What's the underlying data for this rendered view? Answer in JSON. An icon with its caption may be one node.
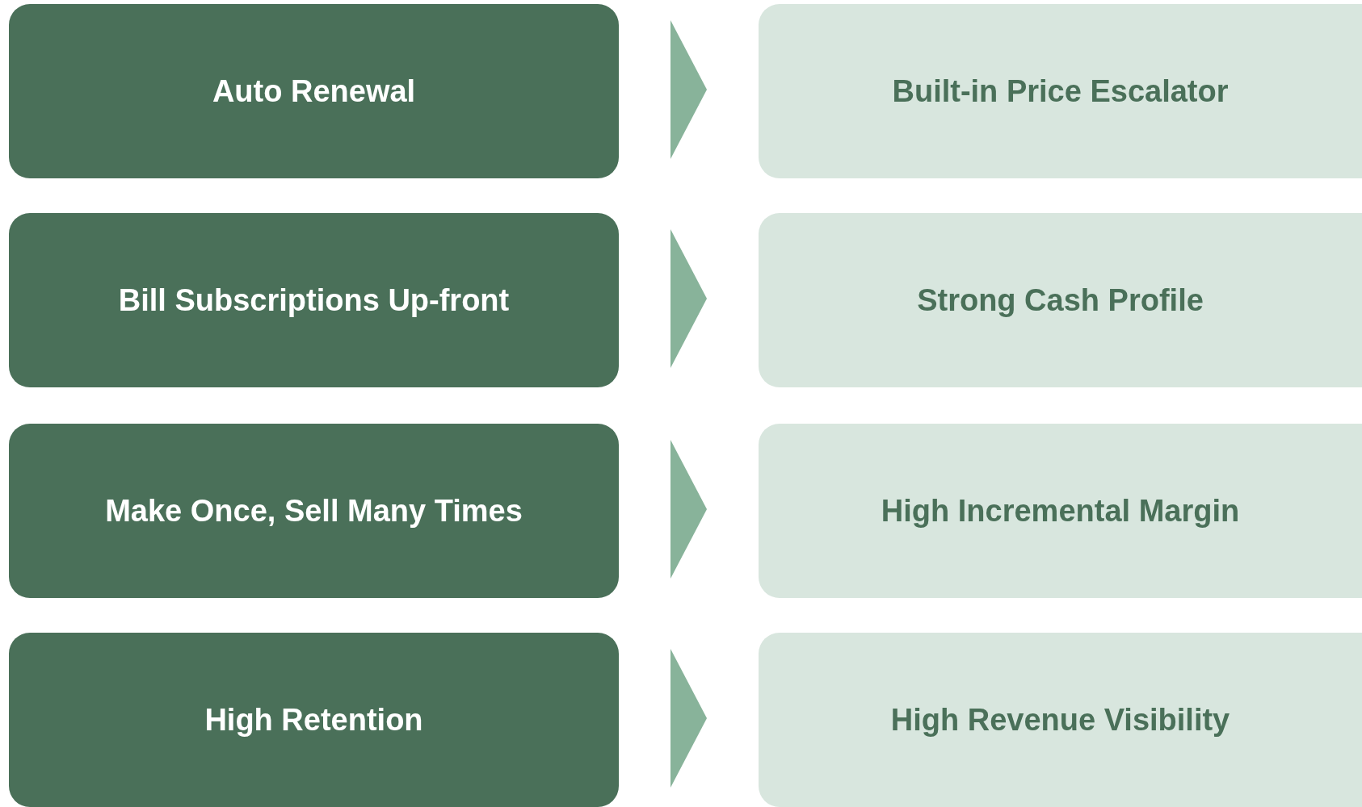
{
  "diagram": {
    "nodes": [
      {
        "text": [
          "Auto Renewal"
        ]
      },
      {
        "text": [
          "Built-in Price Escalator"
        ]
      },
      {
        "text": [
          "Bill Subscriptions Up-front"
        ]
      },
      {
        "text": [
          "Strong Cash Profile"
        ]
      },
      {
        "text": [
          "Make Once, Sell Many Times"
        ]
      },
      {
        "text": [
          "High Incremental Margin"
        ]
      },
      {
        "text": [
          "High Retention"
        ]
      },
      {
        "text": [
          "High Revenue Visibility"
        ]
      }
    ],
    "edges": [
      {
        "from": 0,
        "to": 1,
        "arrow": "to"
      },
      {
        "from": 2,
        "to": 3,
        "arrow": "to"
      },
      {
        "from": 4,
        "to": 5,
        "arrow": "to"
      },
      {
        "from": 6,
        "to": 7,
        "arrow": "to"
      }
    ]
  }
}
